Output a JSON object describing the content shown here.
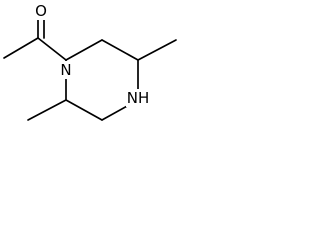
{
  "atoms": {
    "oxygen": "O",
    "ring_nitrogen_acyl": "N",
    "ring_nitrogen_h": "NH"
  },
  "colors": {
    "bond": "#000000",
    "background": "#ffffff"
  }
}
